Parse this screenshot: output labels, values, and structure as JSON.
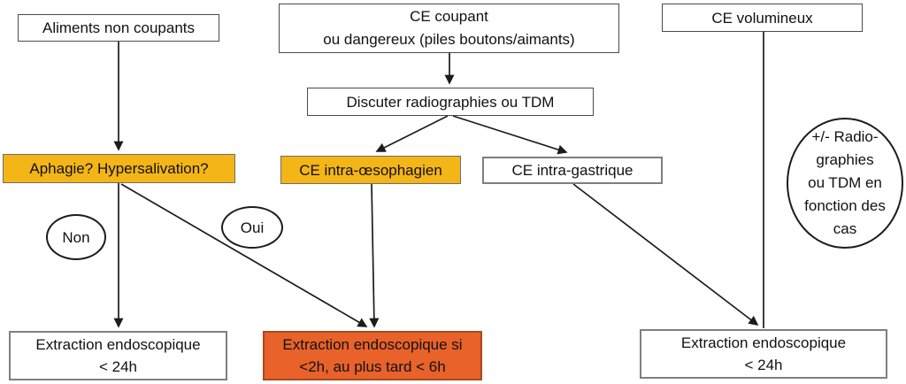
{
  "diagram": {
    "description": "Flowchart: management of ingested foreign bodies (corps etrangers)",
    "colors": {
      "gold_highlight": "#F4B517",
      "urgent_orange": "#E8622A",
      "line": "#1c1c1c",
      "box_border": "#4a4a4a",
      "background": "#ffffff"
    },
    "nodes": {
      "aliments": {
        "label": "Aliments non coupants"
      },
      "ce_coupant": {
        "label": "CE coupant\nou dangereux (piles boutons/aimants)"
      },
      "ce_volumineux": {
        "label": "CE volumineux"
      },
      "discuter": {
        "label": "Discuter radiographies ou TDM"
      },
      "aphagie": {
        "label": "Aphagie? Hypersalivation?"
      },
      "intra_oesophagien": {
        "label": "CE intra-œsophagien"
      },
      "intra_gastrique": {
        "label": "CE intra-gastrique"
      },
      "non": {
        "label": "Non"
      },
      "oui": {
        "label": "Oui"
      },
      "radiographies": {
        "label": "+/- Radio-\ngraphies\nou TDM en\nfonction des\ncas"
      },
      "extraction_gauche": {
        "label": "Extraction endoscopique\n< 24h"
      },
      "extraction_centre": {
        "label": "Extraction endoscopique si\n<2h, au plus tard < 6h"
      },
      "extraction_droite": {
        "label": "Extraction endoscopique\n< 24h"
      }
    }
  }
}
